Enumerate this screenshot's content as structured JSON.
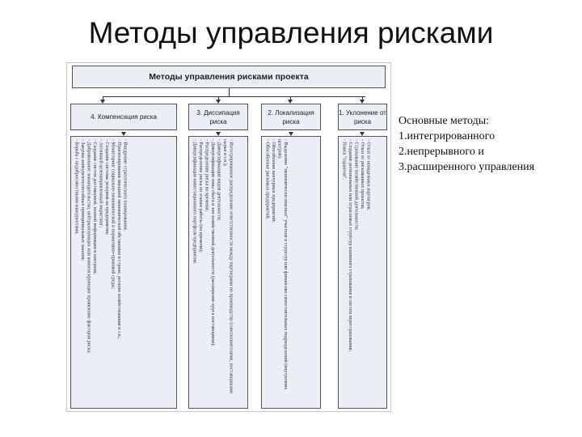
{
  "slide_title": "Методы управления рисками",
  "diagram": {
    "root": "Методы управления рисками проекта",
    "methods": [
      {
        "label": "4. Компенсация риска",
        "items": [
          "- Внедрение стратегического планирования;",
          "- Прогнозирование внешней экономической обстановки в стране, регионе хозяйствования и т.п.;",
          "- Мониторинг социально-экономической и нормативно-правовой среды;",
          "- Создание системы резервов на предприятии;",
          "- Активный целенаправленный маркетинг;",
          "- Создание систем достоверной, полной информации и контроля;",
          "- Добровольное законодательство, нейтрализующих или компенсирующих проявление факторов риска;",
          "- Закупка конкурентоспособных принципиальных заказов;",
          "- Борьба с недобросовестными конкурентами."
        ]
      },
      {
        "label": "3. Диссипация риска",
        "items": [
          "- Интегрированное распределение ответственности между партнерами по производству (соисполнителями, поставщиками сырья и т.п.);",
          "- Диверсификация видов деятельности;",
          "- Диверсификация зоны сбыта и зон хозяйственной деятельности (расширение круга поставщиков);",
          "- Распределение риска во времени;",
          "- Распределение риска по этапам работы (по времени);",
          "- Диверсификация инвестиционного портфеля предприятия."
        ]
      },
      {
        "label": "2. Локализация риска",
        "items": [
          "- Выделение \"экономически опасных\" участков и структур или финансово самостоятельных подразделений (внутренних центров);",
          "- Обособление венчурных предприятий;",
          "- Обособление рисковых предприятий."
        ]
      },
      {
        "label": "1. Уклонение от риска",
        "items": [
          "- Отказ от ненадежных партнеров;",
          "- Отказ от рискованных проектов;",
          "- Страхование хозяйственной деятельности;",
          "- Создание региональных или отраслевых структур взаимного страхования и систем перестрахования;",
          "- Поиск \"гарантов\"."
        ]
      }
    ]
  },
  "side_text": {
    "heading": "Основные методы:",
    "items": [
      "1.интегрированного",
      "2.непрерывного и",
      "3.расширенного управления"
    ]
  }
}
